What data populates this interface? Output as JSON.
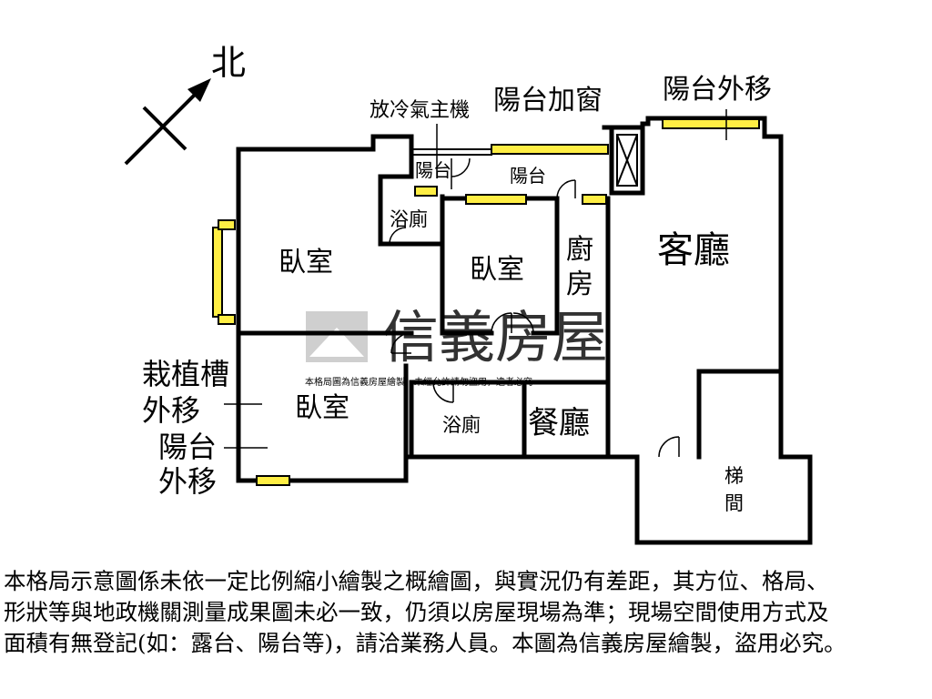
{
  "compass": {
    "north": "北"
  },
  "labels": {
    "ac_unit": "放冷氣主機",
    "balcony_window": "陽台加窗",
    "balcony_out": "陽台外移",
    "balcony_small": "陽台",
    "balcony_mid": "陽台",
    "bedroom_main": "臥室",
    "bath_top": "浴廁",
    "bedroom_mid": "臥室",
    "kitchen": [
      "廚",
      "房"
    ],
    "living": "客廳",
    "planter": [
      "栽植槽",
      "外移"
    ],
    "balcony_left": [
      "陽台",
      "外移"
    ],
    "bedroom_bottom": "臥室",
    "bath_bottom": "浴廁",
    "dining": "餐廳",
    "stairs": [
      "梯",
      "間"
    ]
  },
  "watermark": {
    "brand": "信義房屋",
    "notice": "本格局圖為信義房屋繪製，未經允許請勿盜用，違者必究"
  },
  "disclaimer": [
    "本格局示意圖係未依一定比例縮小繪製之概繪圖，與實況仍有差距，其方位、格局、",
    "形狀等與地政機關測量成果圖未必一致，仍須以房屋現場為準；現場空間使用方式及",
    "面積有無登記(如：露台、陽台等)，請洽業務人員。本圖為信義房屋繪製，盜用必究。"
  ],
  "colors": {
    "window_fill": "#ffee44",
    "wall": "#000000",
    "watermark": "#b8b8b8"
  }
}
